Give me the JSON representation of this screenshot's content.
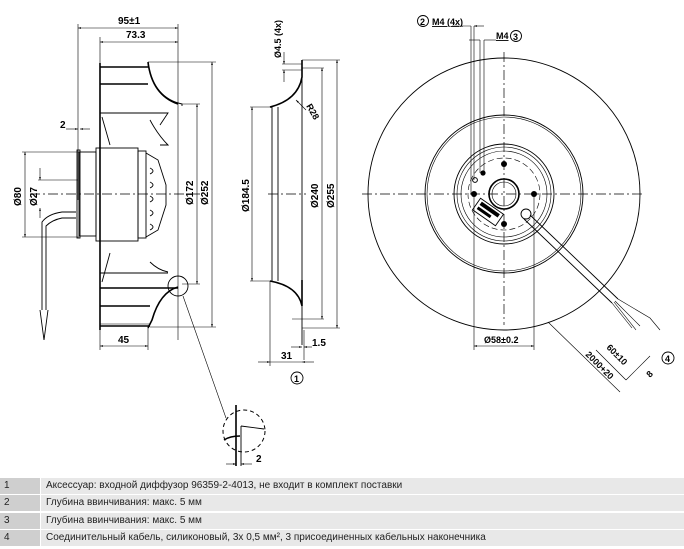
{
  "side_view": {
    "dim_overall_width": "95±1",
    "dim_wheel_width": "73.3",
    "dim_gap": "2",
    "dim_d80": "Ø80",
    "dim_d27": "Ø27",
    "dim_d172": "Ø172",
    "dim_d252": "Ø252",
    "dim_45": "45"
  },
  "diffuser_view": {
    "dim_hole": "Ø4.5 (4x)",
    "dim_radius": "R28",
    "dim_d184": "Ø184.5",
    "dim_d240": "Ø240",
    "dim_d255": "Ø255",
    "dim_thickness": "1.5",
    "dim_depth": "31",
    "callout": "1"
  },
  "detail_view": {
    "dim_gap": "2"
  },
  "front_view": {
    "label_m4_4x": "M4 (4x)",
    "label_m4": "M4",
    "callout_2": "2",
    "callout_3": "3",
    "callout_4": "4",
    "dim_d58": "Ø58±0.2",
    "dim_cable_length": "2000+20",
    "dim_strip": "60±10",
    "dim_wire_end": "8"
  },
  "notes": [
    {
      "num": "1",
      "text": "Аксессуар: входной диффузор 96359-2-4013, не входит в комплект поставки"
    },
    {
      "num": "2",
      "text": "Глубина ввинчивания: макс. 5 мм"
    },
    {
      "num": "3",
      "text": "Глубина ввинчивания: макс. 5 мм"
    },
    {
      "num": "4",
      "text": "Соединительный кабель, силиконовый, 3x 0,5 мм², 3 присоединенных кабельных наконечника"
    }
  ]
}
